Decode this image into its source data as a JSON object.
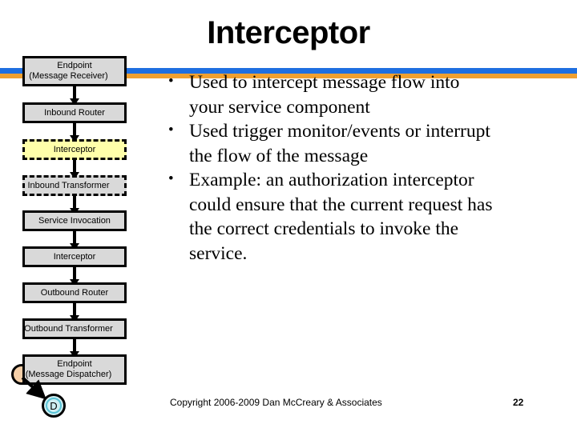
{
  "slide": {
    "title": "Interceptor",
    "accent_blue": "#1f6fe0",
    "accent_orange": "#f0a030"
  },
  "diagram": {
    "name": "message-pipeline-flow",
    "boxes": [
      {
        "id": "endpoint-receiver",
        "line1": "Endpoint",
        "line2": "(Message Receiver)",
        "style": "solid",
        "fill": "#d9d9d9"
      },
      {
        "id": "inbound-router",
        "line1": "Inbound Router",
        "line2": "",
        "style": "solid",
        "fill": "#d9d9d9"
      },
      {
        "id": "interceptor-inbound",
        "line1": "Interceptor",
        "line2": "",
        "style": "dashed",
        "fill": "#ffffaa"
      },
      {
        "id": "inbound-transformer",
        "line1": "Inbound Transformer",
        "line2": "",
        "style": "dashed",
        "fill": "#d9d9d9"
      },
      {
        "id": "service-invocation",
        "line1": "Service Invocation",
        "line2": "",
        "style": "solid",
        "fill": "#d9d9d9"
      },
      {
        "id": "interceptor-outbound",
        "line1": "Interceptor",
        "line2": "",
        "style": "solid",
        "fill": "#d9d9d9"
      },
      {
        "id": "outbound-router",
        "line1": "Outbound Router",
        "line2": "",
        "style": "solid",
        "fill": "#d9d9d9"
      },
      {
        "id": "outbound-transformer",
        "line1": "Outbound Transformer",
        "line2": "",
        "style": "solid",
        "fill": "#d9d9d9"
      },
      {
        "id": "endpoint-dispatcher",
        "line1": "Endpoint",
        "line2": "(Message Dispatcher)",
        "style": "solid",
        "fill": "#d9d9d9"
      }
    ],
    "start_node": {
      "label": "",
      "fill": "#f5cfa8"
    },
    "end_node": {
      "label": "D",
      "fill": "#cfeef2"
    }
  },
  "body": {
    "bullets": [
      "Used to intercept message flow into your service component",
      "Used trigger monitor/events or interrupt the flow of the message",
      "Example: an authorization interceptor could ensure that the current request has the correct credentials to invoke the service."
    ]
  },
  "footer": {
    "copyright": "Copyright 2006-2009 Dan McCreary & Associates",
    "page_number": "22"
  }
}
